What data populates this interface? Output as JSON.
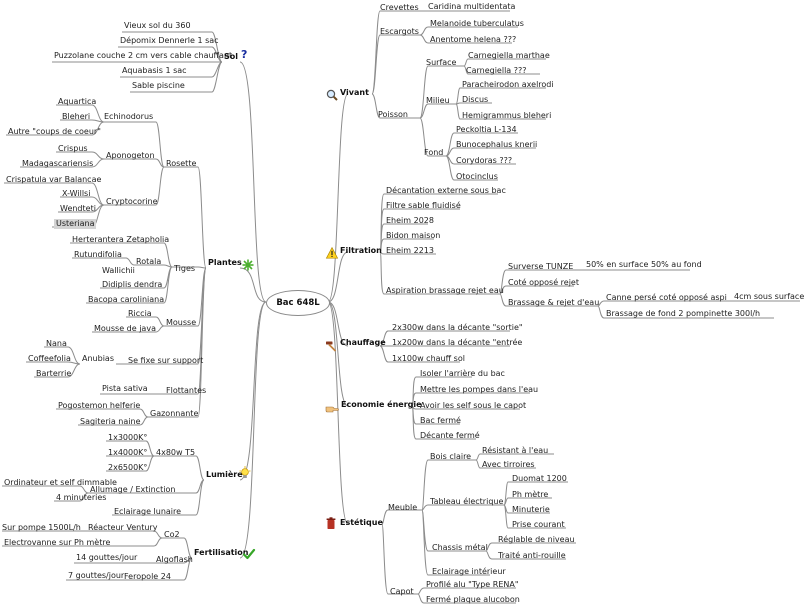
{
  "center": "Bac 648L",
  "left": {
    "sol": {
      "label": "Sol",
      "mark": "?",
      "items": [
        "Vieux sol du 360",
        "Dépomix Dennerle 1 sac",
        "Puzzolane couche 2 cm vers cable chauffant",
        "Aquabasis 1 sac",
        "Sable piscine"
      ]
    },
    "plantes": {
      "label": "Plantes",
      "rosette": {
        "label": "Rosette",
        "echinodorus": {
          "label": "Echinodorus",
          "items": [
            "Aquartica",
            "Bleheri",
            "Autre \"coups de coeur\""
          ]
        },
        "aponogeton": {
          "label": "Aponogeton",
          "items": [
            "Crispus",
            "Madagascariensis"
          ]
        },
        "cryptocorine": {
          "label": "Cryptocorine",
          "items": [
            "Crispatula var Balancae",
            "X-Willsi",
            "Wendteti",
            "Usteriana"
          ]
        }
      },
      "tiges": {
        "label": "Tiges",
        "items": [
          "Herterantera Zetapholia",
          "Wallichii",
          "Didiplis dendra",
          "Bacopa caroliniana"
        ],
        "rotala": {
          "label": "Rotala",
          "items": [
            "Rutundifolia"
          ]
        }
      },
      "mousse": {
        "label": "Mousse",
        "items": [
          "Riccia",
          "Mousse de java"
        ]
      },
      "fixe": {
        "label": "Se fixe sur support",
        "anubias": {
          "label": "Anubias",
          "items": [
            "Nana",
            "Coffeefolia",
            "Barterrie"
          ]
        }
      },
      "flottantes": {
        "label": "Flottantes",
        "items": [
          "Pista sativa"
        ]
      },
      "gazonnante": {
        "label": "Gazonnante",
        "items": [
          "Pogostemon helferie",
          "Sagiteria naine"
        ]
      }
    },
    "lumiere": {
      "label": "Lumière",
      "t5": {
        "label": "4x80w T5",
        "items": [
          "1x3000K°",
          "1x4000K°",
          "2x6500K°"
        ]
      },
      "allumage": {
        "label": "Allumage / Extinction",
        "items": [
          "Ordinateur et self dimmable",
          "4 minuteries"
        ]
      },
      "lunaire": "Eclairage lunaire"
    },
    "fertilisation": {
      "label": "Fertilisation",
      "co2": {
        "label": "Co2",
        "reacteur": "Réacteur Ventury",
        "reacteur_child": "Sur pompe 1500L/h",
        "electrovanne": "Electrovanne sur Ph mètre"
      },
      "algoflash": {
        "label": "Algoflash",
        "items": [
          "14 gouttes/jour"
        ]
      },
      "feropole": {
        "label": "Feropole 24",
        "items": [
          "7 gouttes/jour"
        ]
      }
    }
  },
  "right": {
    "vivant": {
      "label": "Vivant",
      "crevettes": {
        "label": "Crevettes",
        "items": [
          "Caridina multidentata"
        ]
      },
      "escargots": {
        "label": "Escargots",
        "items": [
          "Melanoide tuberculatus",
          "Anentome helena ???"
        ]
      },
      "poisson": {
        "label": "Poisson",
        "surface": {
          "label": "Surface",
          "items": [
            "Carnegiella marthae",
            "Carnegiella ???"
          ]
        },
        "milieu": {
          "label": "Milieu",
          "items": [
            "Paracheirodon axelrodi",
            "Discus",
            "Hemigrammus bleheri"
          ]
        },
        "fond": {
          "label": "Fond",
          "items": [
            "Peckoltia L-134",
            "Bunocephalus knerii",
            "Corydoras ???",
            "Otocinclus"
          ]
        }
      }
    },
    "filtration": {
      "label": "Filtration",
      "items": [
        "Décantation externe sous bac",
        "Filtre sable fluidisé",
        "Eheim 2028",
        "Bidon maison",
        "Eheim 2213"
      ],
      "aspiration": {
        "label": "Aspiration brassage rejet eau",
        "surverse": "Surverse TUNZE",
        "surverse_child": "50% en surface 50% au fond",
        "oppose": "Coté opposé rejet",
        "brassage": "Brassage & rejet d'eau",
        "canne": "Canne persé coté opposé aspi",
        "canne_child": "4cm sous surface",
        "fond": "Brassage de fond 2 pompinette 300l/h"
      }
    },
    "chauffage": {
      "label": "Chauffage",
      "items": [
        "2x300w dans la décante \"sortie\"",
        "1x200w dans la décante \"entrée",
        "1x100w chauff sol"
      ]
    },
    "economie": {
      "label": "Economie énergie",
      "items": [
        "Isoler l'arrière du bac",
        "Mettre les pompes dans l'eau",
        "Avoir les self sous le capot",
        "Bac fermé",
        "Décante fermé"
      ]
    },
    "esthetique": {
      "label": "Estétique",
      "meuble": {
        "label": "Meuble",
        "bois": {
          "label": "Bois claire",
          "items": [
            "Résistant à l'eau",
            "Avec tirroires"
          ]
        },
        "tableau": {
          "label": "Tableau électrique",
          "items": [
            "Duomat 1200",
            "Ph mètre",
            "Minuterie",
            "Prise courant"
          ]
        },
        "chassis": {
          "label": "Chassis métal",
          "items": [
            "Réglable de niveau",
            "Traité anti-rouille"
          ]
        },
        "eclairage": "Eclairage intérieur"
      },
      "capot": {
        "label": "Capot",
        "items": [
          "Profilé alu \"Type RENA\"",
          "Fermé plaque alucobon"
        ]
      }
    }
  }
}
